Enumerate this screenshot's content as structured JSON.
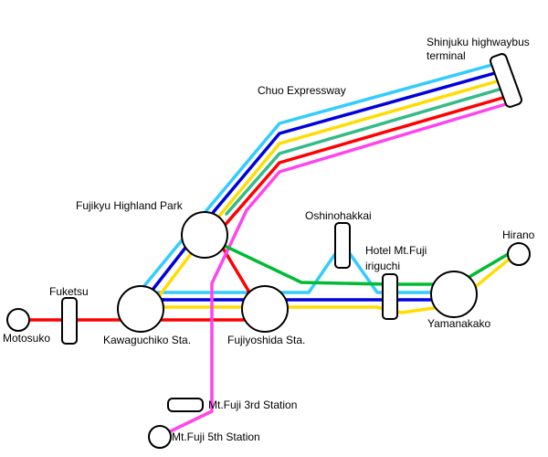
{
  "colors": {
    "red": "#ff0000",
    "blue": "#0000dd",
    "yellow": "#ffdd00",
    "green": "#00bb33",
    "teal": "#33bb88",
    "cyan": "#33ccff",
    "magenta": "#ff44ee",
    "station_stroke": "#000000",
    "station_fill": "#ffffff"
  },
  "labels": {
    "shinjuku_line1": "Shinjuku highwaybus",
    "shinjuku_line2": "terminal",
    "chuo": "Chuo Expressway",
    "fujikyu": "Fujikyu Highland Park",
    "oshinohakkai": "Oshinohakkai",
    "hotel_line1": "Hotel Mt.Fuji",
    "hotel_line2": "iriguchi",
    "hirano": "Hirano",
    "fuketsu": "Fuketsu",
    "motosuko": "Motosuko",
    "kawaguchiko": "Kawaguchiko Sta.",
    "fujiyoshida": "Fujiyoshida Sta.",
    "yamanakako": "Yamanakako",
    "third_station": "Mt.Fuji 3rd Station",
    "fifth_station": "Mt.Fuji 5th Station"
  }
}
